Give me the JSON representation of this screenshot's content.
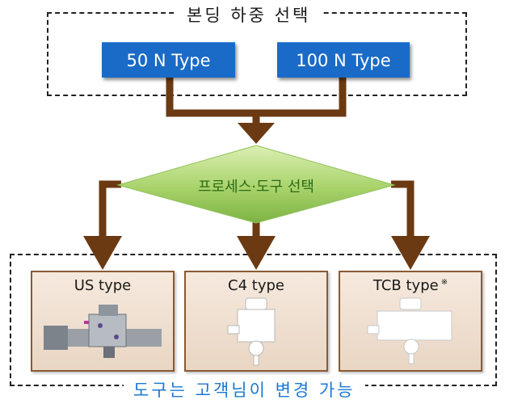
{
  "top_group": {
    "title": "본딩 하중 선택",
    "options": [
      {
        "label": "50 N Type"
      },
      {
        "label": "100 N Type"
      }
    ]
  },
  "decision": {
    "label": "프로세스·도구 선택"
  },
  "tools": [
    {
      "label": "US type",
      "note": ""
    },
    {
      "label": "C4 type",
      "note": ""
    },
    {
      "label": "TCB type",
      "note": "※"
    }
  ],
  "bottom_group": {
    "caption": "도구는 고객님이 변경 가능"
  },
  "colors": {
    "button_blue": "#1a6bc7",
    "arrow_brown": "#6b3a12",
    "diamond_green": "#a8d36a",
    "decision_text": "#2d6a16",
    "caption_blue": "#1a78d4"
  }
}
